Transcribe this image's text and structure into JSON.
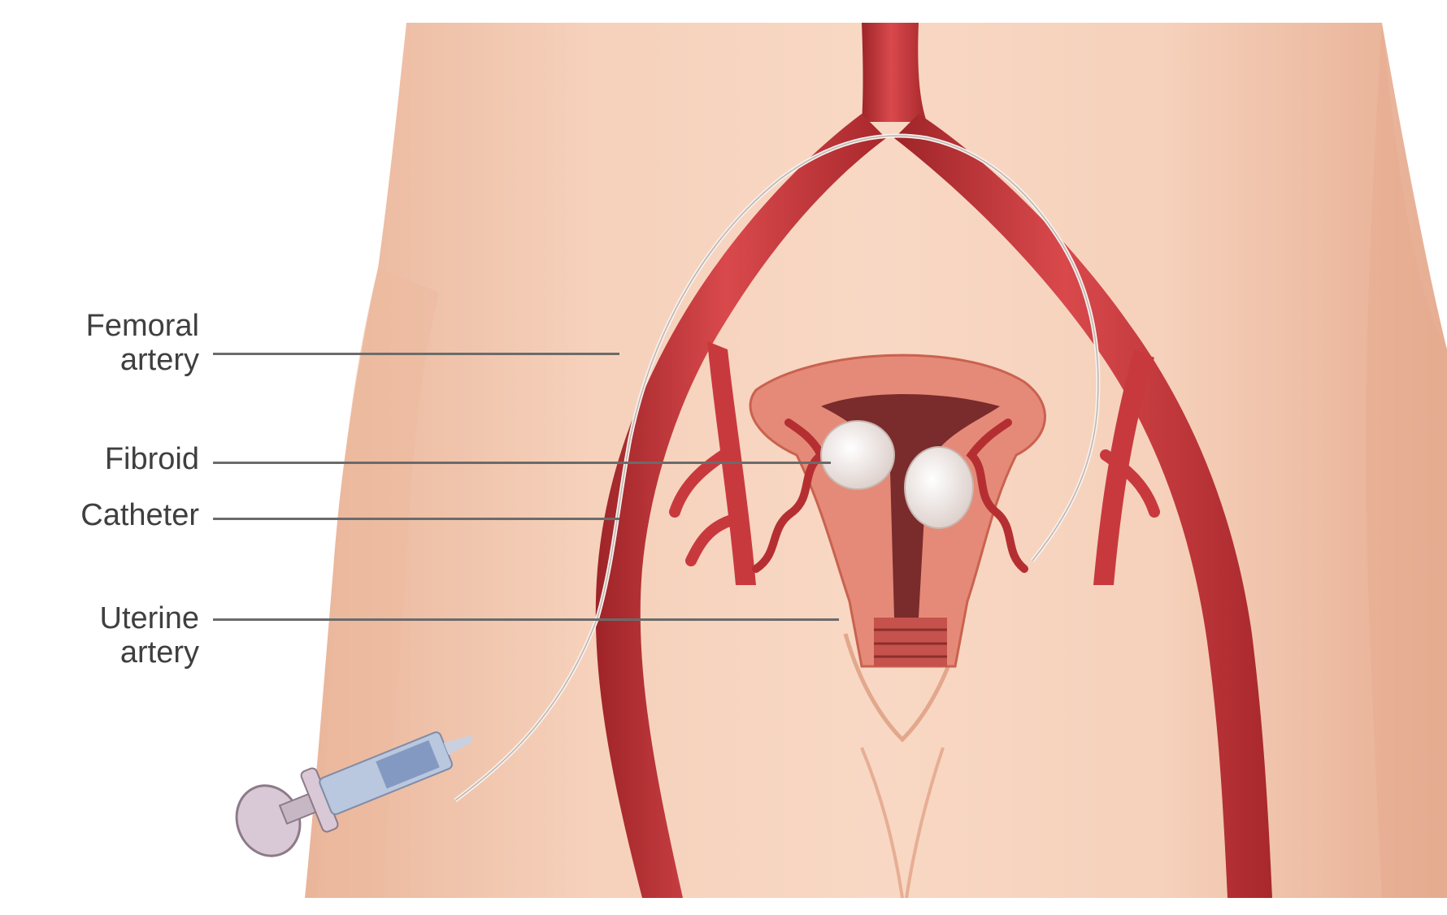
{
  "labels": {
    "femoral_artery": "Femoral\nartery",
    "fibroid": "Fibroid",
    "catheter": "Catheter",
    "uterine_artery": "Uterine\nartery"
  },
  "colors": {
    "skin": "#f3c7ad",
    "skin_shadow": "#e9ad91",
    "artery": "#c8393d",
    "artery_dark": "#9e2428",
    "artery_light": "#e16a66",
    "uterus": "#e58a78",
    "fibroid": "#efe6e2",
    "label_line": "#6b6b6b"
  },
  "icons": [
    "syringe-icon"
  ]
}
